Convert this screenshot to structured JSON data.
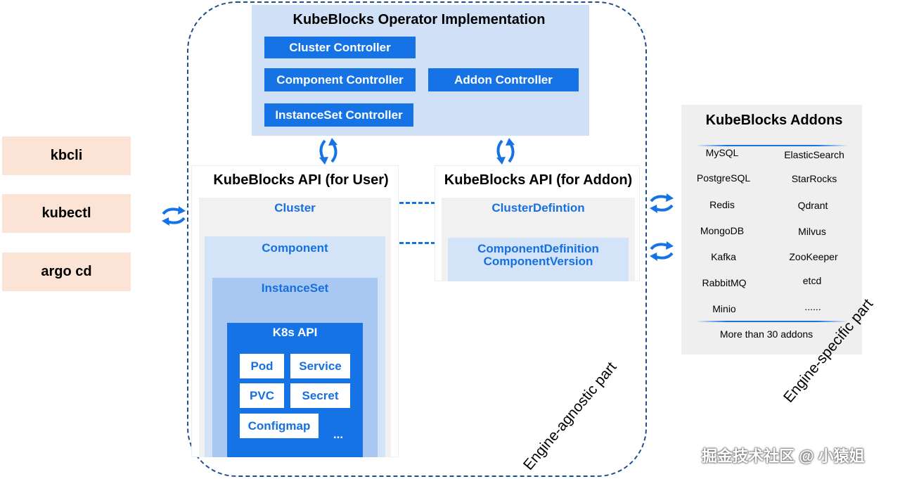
{
  "tools": [
    "kbcli",
    "kubectl",
    "argo cd"
  ],
  "operator": {
    "title": "KubeBlocks Operator Implementation",
    "controllers": {
      "cluster": "Cluster Controller",
      "component": "Component Controller",
      "addon": "Addon Controller",
      "instanceset": "InstanceSet Controller"
    }
  },
  "api_user": {
    "title": "KubeBlocks API (for User)",
    "cluster": "Cluster",
    "component": "Component",
    "instanceset": "InstanceSet",
    "k8s": {
      "title": "K8s API",
      "resources": [
        "Pod",
        "Service",
        "PVC",
        "Secret",
        "Configmap"
      ],
      "more": "..."
    }
  },
  "api_addon": {
    "title": "KubeBlocks API (for Addon)",
    "cluster_definition": "ClusterDefintion",
    "component_definition": "ComponentDefinition",
    "component_version": "ComponentVersion"
  },
  "addons": {
    "title": "KubeBlocks Addons",
    "left": [
      "MySQL",
      "PostgreSQL",
      "Redis",
      "MongoDB",
      "Kafka",
      "RabbitMQ",
      "Minio"
    ],
    "right": [
      "ElasticSearch",
      "StarRocks",
      "Qdrant",
      "Milvus",
      "ZooKeeper",
      "etcd",
      "......"
    ],
    "footer": "More than 30 addons"
  },
  "labels": {
    "engine_agnostic": "Engine-agnostic part",
    "engine_specific": "Engine-specific part"
  },
  "watermark": "掘金技术社区 @ 小猿姐",
  "colors": {
    "accent_blue": "#1673e6",
    "tool_bg": "#fbe3d6",
    "operator_bg": "#cfe0f7",
    "addons_bg": "#efefef"
  }
}
